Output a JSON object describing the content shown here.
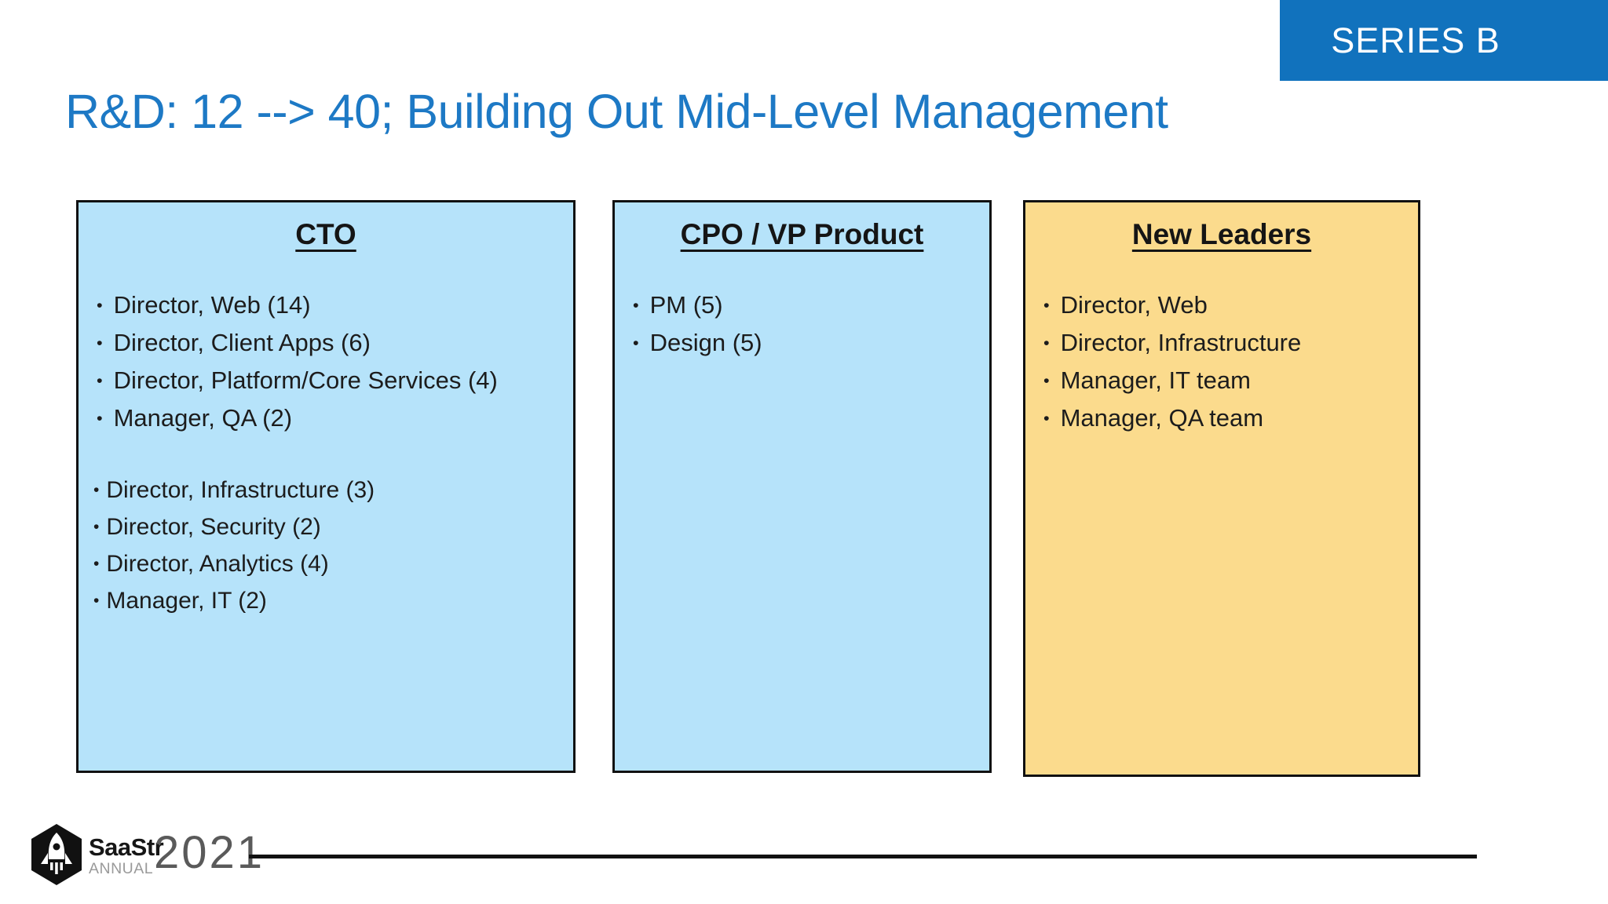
{
  "badge": {
    "label": "SERIES B"
  },
  "title": "R&D: 12 --> 40; Building Out Mid-Level Management",
  "list_style": {
    "bullet_glyph": "•"
  },
  "columns": [
    {
      "header": "CTO",
      "groups": [
        [
          "Director, Web (14)",
          "Director, Client Apps (6)",
          "Director, Platform/Core Services (4)",
          "Manager, QA (2)"
        ],
        [
          "Director, Infrastructure (3)",
          "Director, Security (2)",
          "Director, Analytics (4)",
          "Manager, IT (2)"
        ]
      ]
    },
    {
      "header": "CPO / VP Product",
      "groups": [
        [
          "PM (5)",
          "Design (5)"
        ]
      ]
    },
    {
      "header": "New Leaders",
      "groups": [
        [
          "Director, Web",
          "Director, Infrastructure",
          "Manager, IT team",
          "Manager, QA team"
        ]
      ]
    }
  ],
  "footer": {
    "brand": "SaaStr",
    "brand_sub": "ANNUAL",
    "year": "2021",
    "logo_icon": "rocket-hexagon-icon"
  },
  "colors": {
    "brand_blue": "#1172bd",
    "title_blue": "#1d79c5",
    "box_blue": "#b6e3fa",
    "box_yellow": "#fbdb8d",
    "ink": "#111111"
  }
}
